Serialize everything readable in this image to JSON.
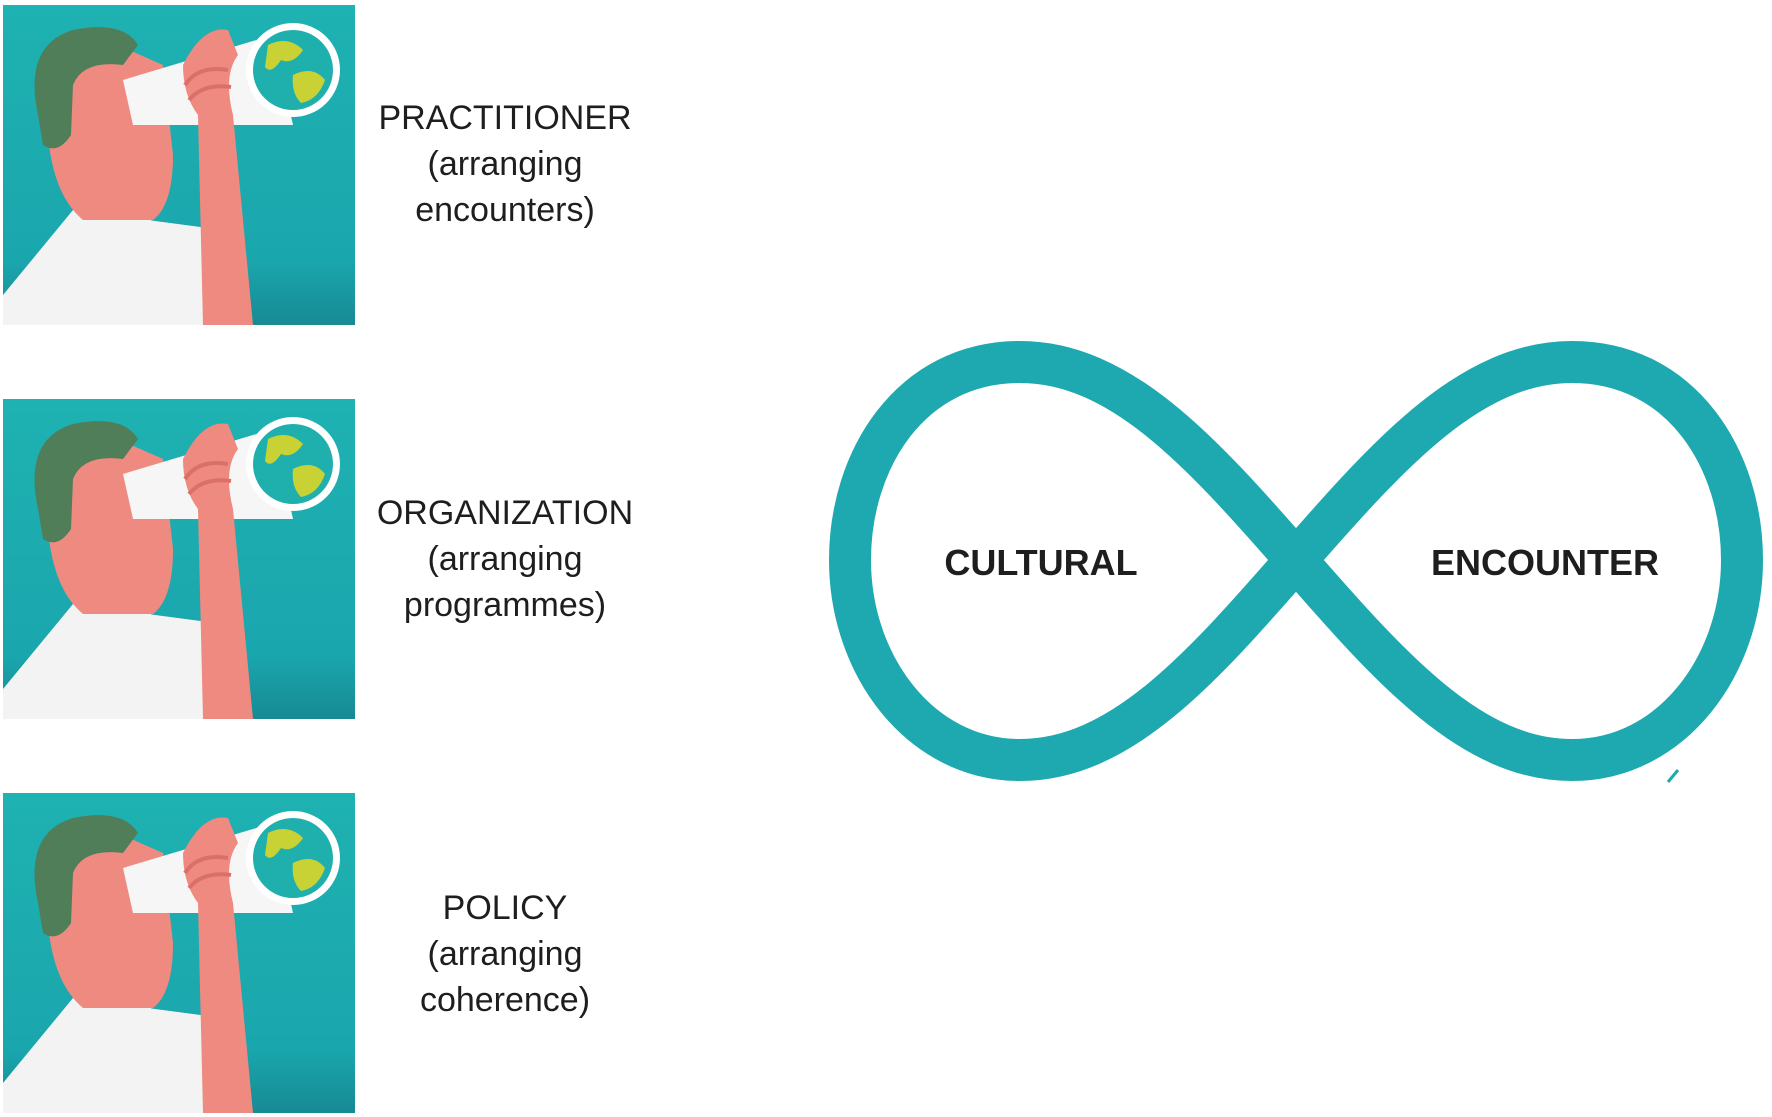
{
  "levels": [
    {
      "title": "PRACTITIONER",
      "line1": "(arranging",
      "line2": "encounters)"
    },
    {
      "title": "ORGANIZATION",
      "line1": "(arranging",
      "line2": "programmes)"
    },
    {
      "title": "POLICY",
      "line1": "(arranging",
      "line2": "coherence)"
    }
  ],
  "infinity": {
    "left_label": "CULTURAL",
    "right_label": "ENCOUNTER"
  },
  "colors": {
    "teal": "#1ea9b0",
    "skin": "#ef8a80",
    "hair": "#4f7e58",
    "shirt": "#f2f2f2",
    "globe_land": "#c8d235",
    "label_text": "#1e1e1e"
  }
}
